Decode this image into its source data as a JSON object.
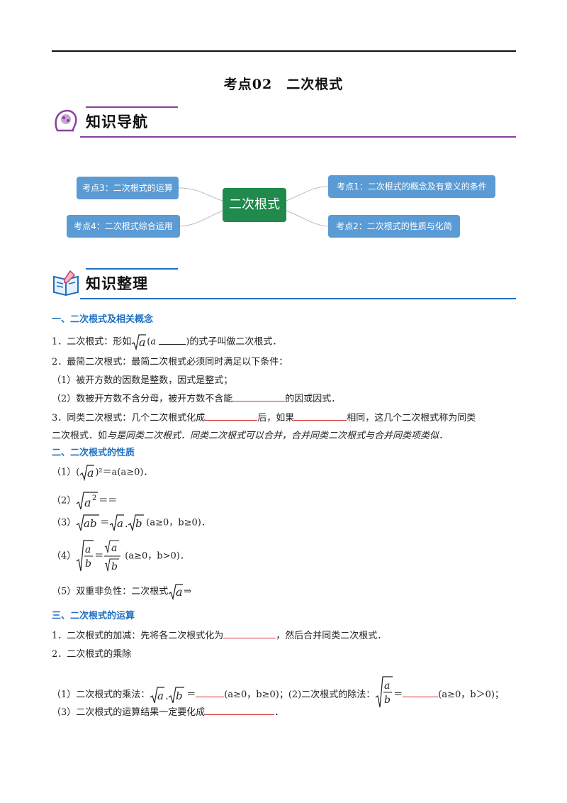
{
  "title": "考点02　二次根式",
  "sections": {
    "nav": {
      "label": "知识导航",
      "icon": "brain-icon"
    },
    "org": {
      "label": "知识整理",
      "icon": "book-icon"
    }
  },
  "mindmap": {
    "center": "二次根式",
    "left": [
      "考点3：二次根式的运算",
      "考点4：二次根式综合运用"
    ],
    "right": [
      "考点1：二次根式的概念及有意义的条件",
      "考点2：二次根式的性质与化简"
    ]
  },
  "s1": {
    "heading": "一、二次根式及相关概念",
    "l1a": "1．二次根式：形如",
    "l1b": "(",
    "l1c": "a",
    "l1d": ")的式子叫做二次根式．",
    "l2": "2．最简二次根式：最简二次根式必须同时满足以下条件：",
    "l3": "（1）被开方数的因数是整数，因式是整式；",
    "l4a": "（2）数被开方数不含分母，被开方数不含能",
    "l4b": "的因或因式．",
    "l5a": "3．同类二次根式：几个二次根式化成",
    "l5b": "后，如果",
    "l5c": "相同，这几个二次根式称为同类",
    "l6a": "二次根式．如",
    "l6b": "与是同类二次根式．同类二次根式可以合并，合并同类二次根式与合并同类项类似．"
  },
  "s2": {
    "heading": "二、二次根式的性质",
    "p1a": "（1）(",
    "p1b": ")²＝a(a≥0)．",
    "p2a": "（2）",
    "p2b": "＝＝",
    "p3a": "（3）",
    "p3b": "＝",
    "p3c": "(a≥0，b≥0)．",
    "p4a": "（4）",
    "p4b": "＝",
    "p4c": "(a≥0，b>0)．",
    "p5a": "（5）双重非负性：二次根式",
    "p5b": "⇒"
  },
  "s3": {
    "heading": "三、二次根式的运算",
    "r1a": "1．二次根式的加减：先将各二次根式化为",
    "r1b": "，然后合并同类二次根式．",
    "r2": "2．二次根式的乘除",
    "r3a": "（1）二次根式的乘法：",
    "r3b": "＝",
    "r3c": "(a≥0，b≥0)；(2)二次根式的除法：",
    "r3d": "＝",
    "r3e": "(a≥0，b＞0)；",
    "r4a": "（3）二次根式的运算结果一定要化成",
    "r4b": "．"
  },
  "colors": {
    "accent_purple": "#8a3f9e",
    "accent_blue": "#1f6fc0",
    "node_blue": "#5b9bd5",
    "center_green": "#1f8a4c",
    "blank_red": "#d62b2b"
  }
}
